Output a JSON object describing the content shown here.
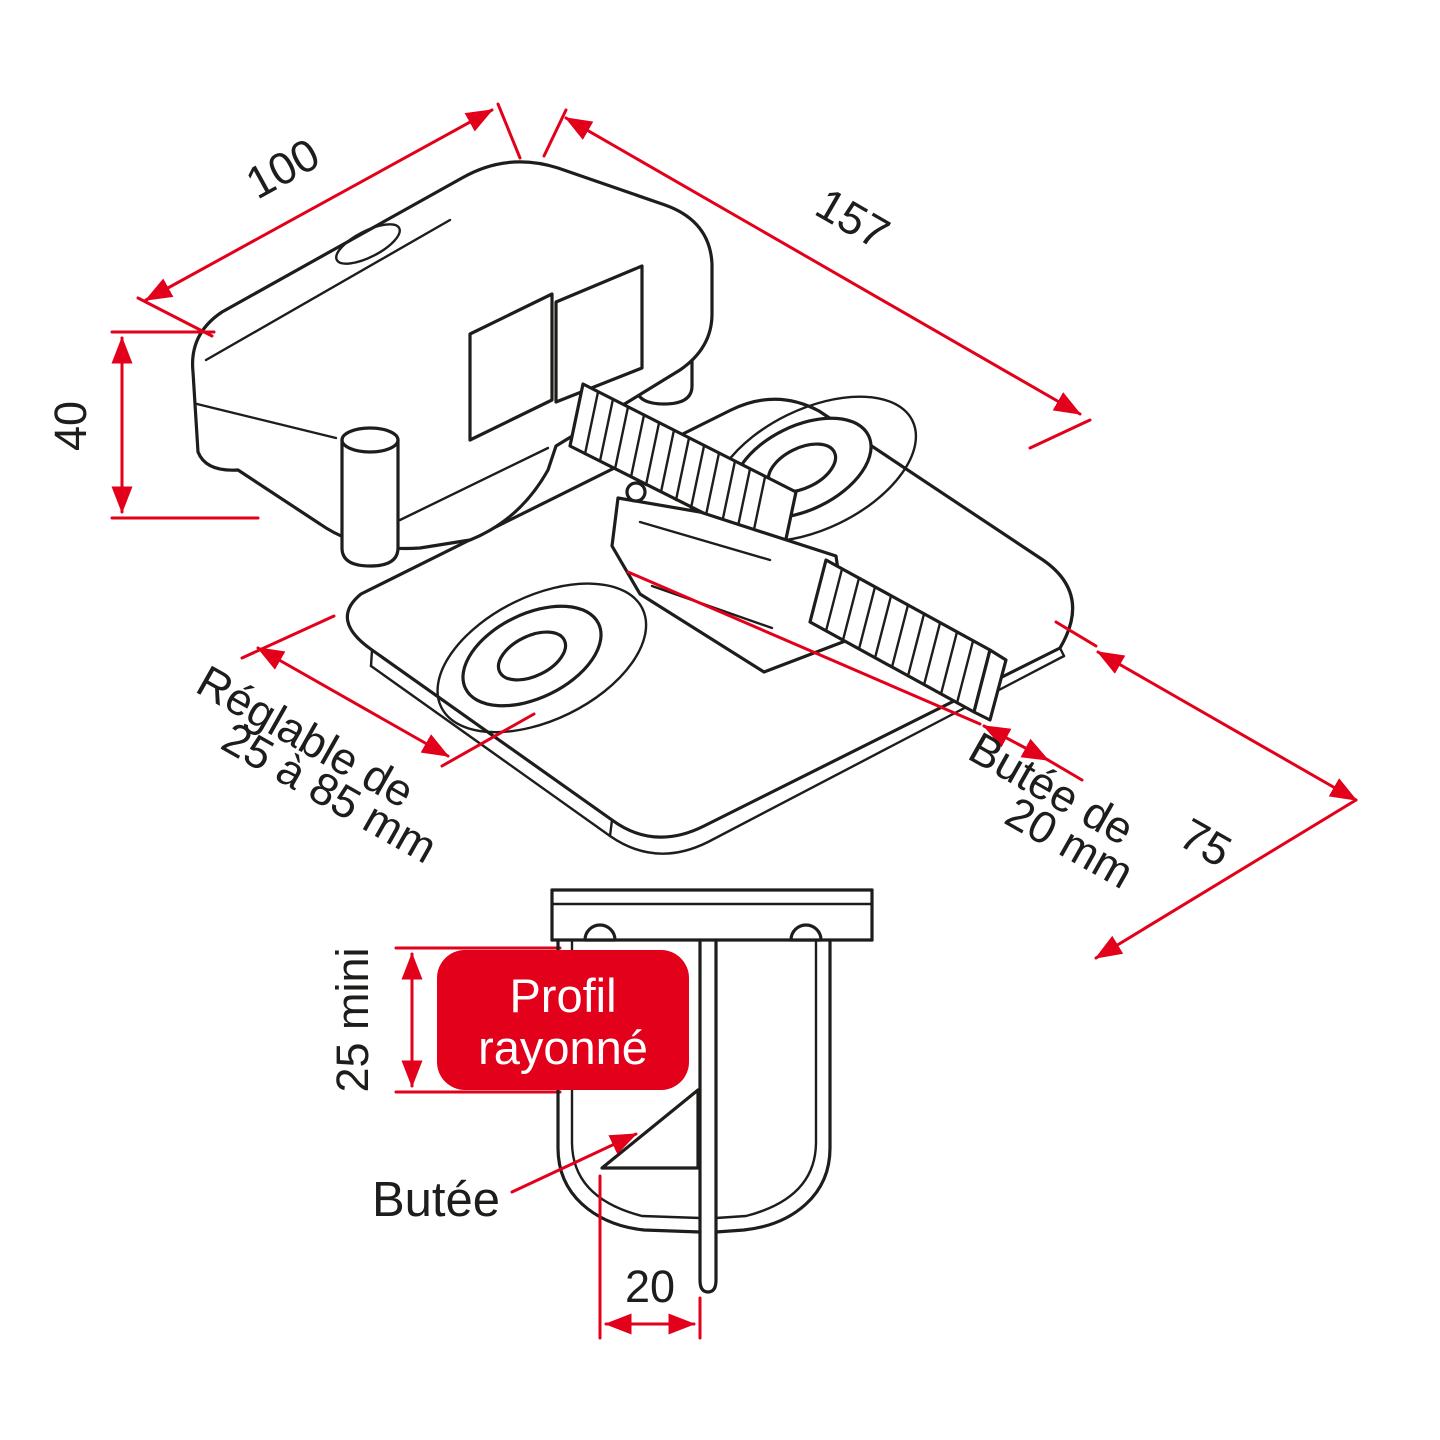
{
  "diagram": {
    "labels": {
      "dim_width": "100",
      "dim_length": "157",
      "dim_height": "40",
      "adjustable_line1": "Réglable de",
      "adjustable_line2": "25 à 85 mm",
      "stop_dim_line1": "Butée de",
      "stop_dim_line2": "20 mm",
      "dim_depth": "75",
      "dim_min_profile": "25 mini",
      "stop_label": "Butée",
      "dim_stop_width": "20"
    },
    "callout": {
      "line1": "Profil",
      "line2": "rayonné"
    },
    "colors": {
      "dimension_red": "#e2001a",
      "line_black": "#1d1d1b",
      "callout_background": "#e2001a",
      "callout_text": "#ffffff",
      "stop_wedge_gray": "#8a8a8a",
      "background": "#ffffff"
    }
  }
}
